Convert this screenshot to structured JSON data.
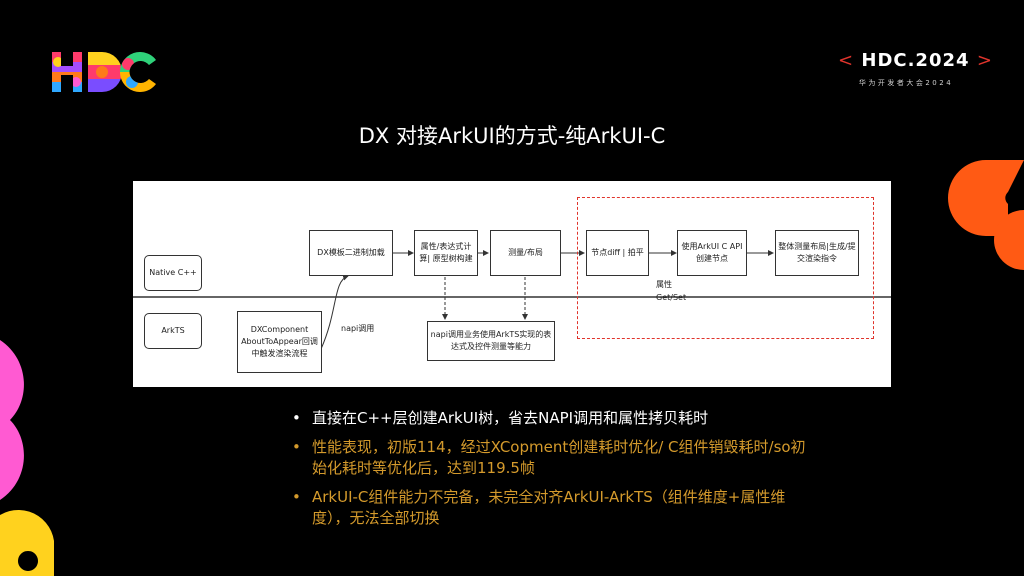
{
  "header": {
    "event_name": "HDC.2024",
    "bracket_left": "<",
    "bracket_right": ">",
    "subtitle": "华为开发者大会2024"
  },
  "colors": {
    "background": "#000000",
    "accent_red": "#e0342c",
    "bullet_gold": "#d49a2c",
    "deco_orange": "#ff5a14",
    "deco_pink": "#ff5ad2",
    "deco_yellow": "#ffd21e"
  },
  "slide": {
    "title": "DX 对接ArkUI的方式-纯ArkUI-C"
  },
  "diagram": {
    "lanes": {
      "native": "Native C++",
      "arkts": "ArkTS"
    },
    "boxes": {
      "dx_binary": "DX模板二进制加载",
      "attr_expr": "属性/表达式计算| 原型树构建",
      "measure": "测量/布局",
      "node_diff": "节点diff | 拍平",
      "arkui_api": "使用ArkUI C API创建节点",
      "layout_render": "整体测量布局|生成/提交渲染指令",
      "dx_component": "DXComponent AboutToAppear回调中触发渲染流程",
      "napi_business": "napi调用业务使用ArkTS实现的表达式及控件测量等能力"
    },
    "labels": {
      "napi_call": "napi调用",
      "attr_get_set": "属性 Get/Set"
    }
  },
  "bullets": [
    {
      "text": "直接在C++层创建ArkUI树，省去NAPI调用和属性拷贝耗时",
      "color": "white"
    },
    {
      "text": "性能表现，初版114，经过XCopment创建耗时优化/ C组件销毁耗时/so初始化耗时等优化后，达到119.5帧",
      "color": "gold"
    },
    {
      "text": "ArkUI-C组件能力不完备，未完全对齐ArkUI-ArkTS（组件维度+属性维度），无法全部切换",
      "color": "gold"
    }
  ],
  "bullet_glyph": "•"
}
